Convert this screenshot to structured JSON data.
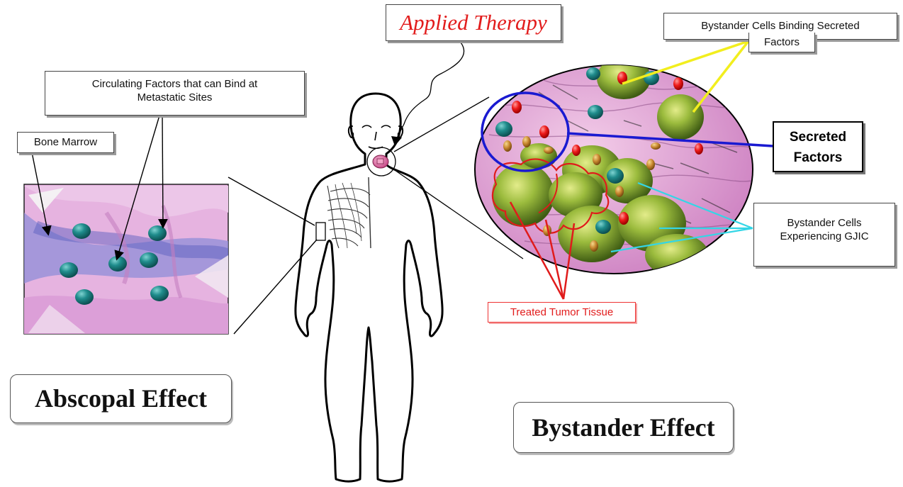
{
  "labels": {
    "applied_therapy": "Applied Therapy",
    "bystander_binding_line1": "Bystander Cells Binding Secreted",
    "bystander_binding_line2": "Factors",
    "circulating_line1": "Circulating Factors that can Bind at",
    "circulating_line2": "Metastatic Sites",
    "bone_marrow": "Bone Marrow",
    "secreted_line1": "Secreted",
    "secreted_line2": "Factors",
    "bystander_gjic_line1": "Bystander Cells",
    "bystander_gjic_line2": "Experiencing GJIC",
    "treated_tumor": "Treated Tumor Tissue",
    "abscopal_effect": "Abscopal Effect",
    "bystander_effect": "Bystander Effect"
  },
  "colors": {
    "therapy_red": "#e21c1c",
    "secreted_blue": "#1a1ad1",
    "binding_yellow": "#f2ee1e",
    "gjic_cyan": "#33d6e6",
    "tissue_pink": "#d892cc",
    "marrow_blue": "#6d73c6",
    "factor_teal": "#167f82",
    "tumor_green": "#97b83a"
  },
  "icons": {
    "factor": "teal-sphere-icon",
    "secreted_red": "red-droplet-icon",
    "secreted_orange": "orange-droplet-icon"
  }
}
